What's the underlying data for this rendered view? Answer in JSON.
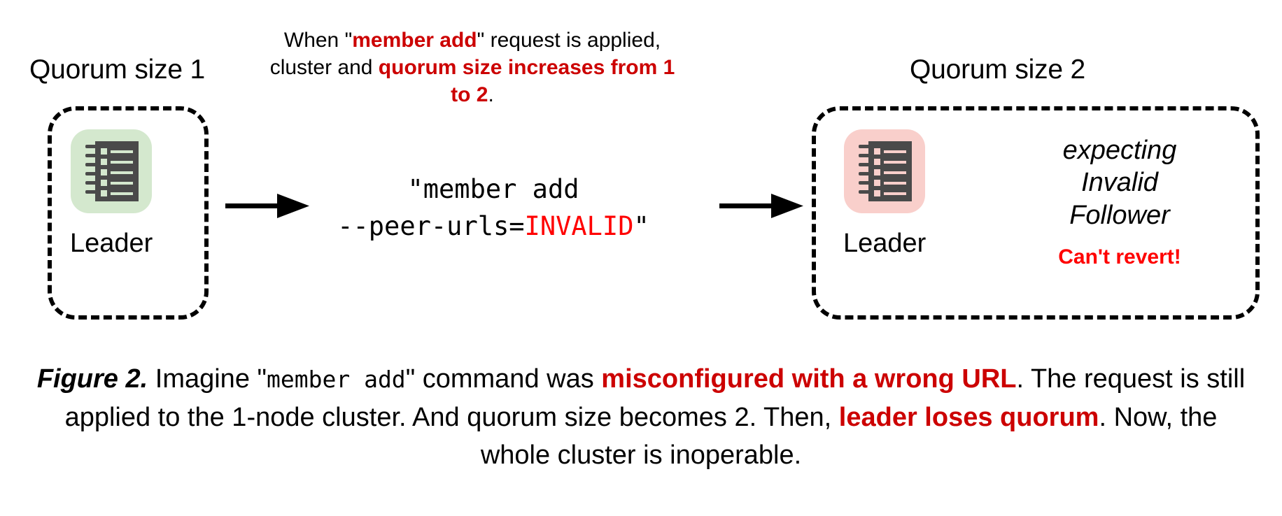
{
  "figure": {
    "left_column": {
      "quorum_label": "Quorum size 1",
      "node_label": "Leader",
      "icon": "ledger-icon",
      "icon_color": "#d4e8ce"
    },
    "right_column": {
      "quorum_label": "Quorum size 2",
      "node_label": "Leader",
      "icon": "ledger-icon",
      "icon_color": "#f9cfcb",
      "status_lines": [
        "expecting",
        "Invalid",
        "Follower"
      ],
      "warning": "Can't revert!"
    },
    "annotation": {
      "part1": "When \"",
      "highlight1": "member add",
      "part2": "\" request is applied, cluster and ",
      "highlight2": "quorum size increases from 1 to 2",
      "part3": "."
    },
    "command": {
      "line1": "\"member add",
      "line2_prefix": "--peer-urls=",
      "line2_invalid": "INVALID",
      "line2_suffix": "\""
    },
    "arrows": [
      "arrow-right",
      "arrow-right"
    ],
    "caption": {
      "fig_num": "Figure 2.",
      "t1": " Imagine \"",
      "mono1": "member add",
      "t2": "\" command was ",
      "hl1": "misconfigured with a wrong URL",
      "t3": ". The request is still applied to the 1-node cluster. And quorum size becomes 2. Then, ",
      "hl2": "leader loses quorum",
      "t4": ". Now, the whole cluster is inoperable."
    },
    "colors": {
      "red_bright": "#ff0000",
      "red_dark": "#cc0000",
      "green_tile": "#d4e8ce",
      "pink_tile": "#f9cfcb",
      "icon_body": "#4a4a4a"
    }
  }
}
